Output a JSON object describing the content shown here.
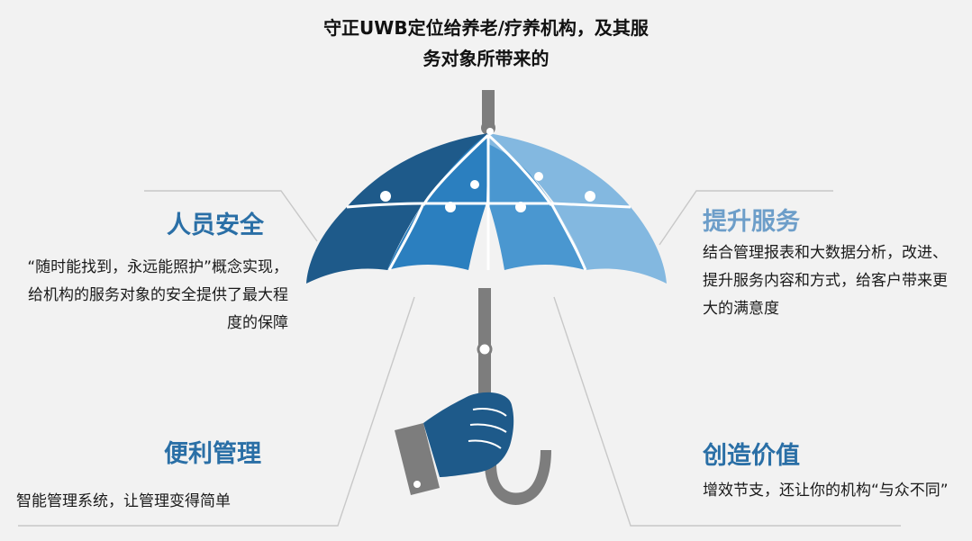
{
  "title": {
    "line1": "守正UWB定位给养老/疗养机构，及其服",
    "line2": "务对象所带来的"
  },
  "sections": {
    "personnel_safety": {
      "heading": "人员安全",
      "body": "“随时能找到，永远能照护”概念实现，给机构的服务对象的安全提供了最大程度的保障"
    },
    "convenient_management": {
      "heading": "便利管理",
      "body": "智能管理系统，让管理变得简单"
    },
    "improve_service": {
      "heading": "提升服务",
      "body": "结合管理报表和大数据分析，改进、提升服务内容和方式，给客户带来更大的满意度"
    },
    "create_value": {
      "heading": "创造价值",
      "body": "增效节支，还让你的机构“与众不同”"
    }
  },
  "colors": {
    "accent_dark": "#1e5a8a",
    "accent_mid": "#2b7fbf",
    "accent_light": "#83b8e0",
    "handle_gray": "#7d7d7d",
    "heading_left": "#2a6fa6",
    "heading_right": "#6d9ec9"
  },
  "icons": [
    "umbrella-icon",
    "hand-icon"
  ]
}
